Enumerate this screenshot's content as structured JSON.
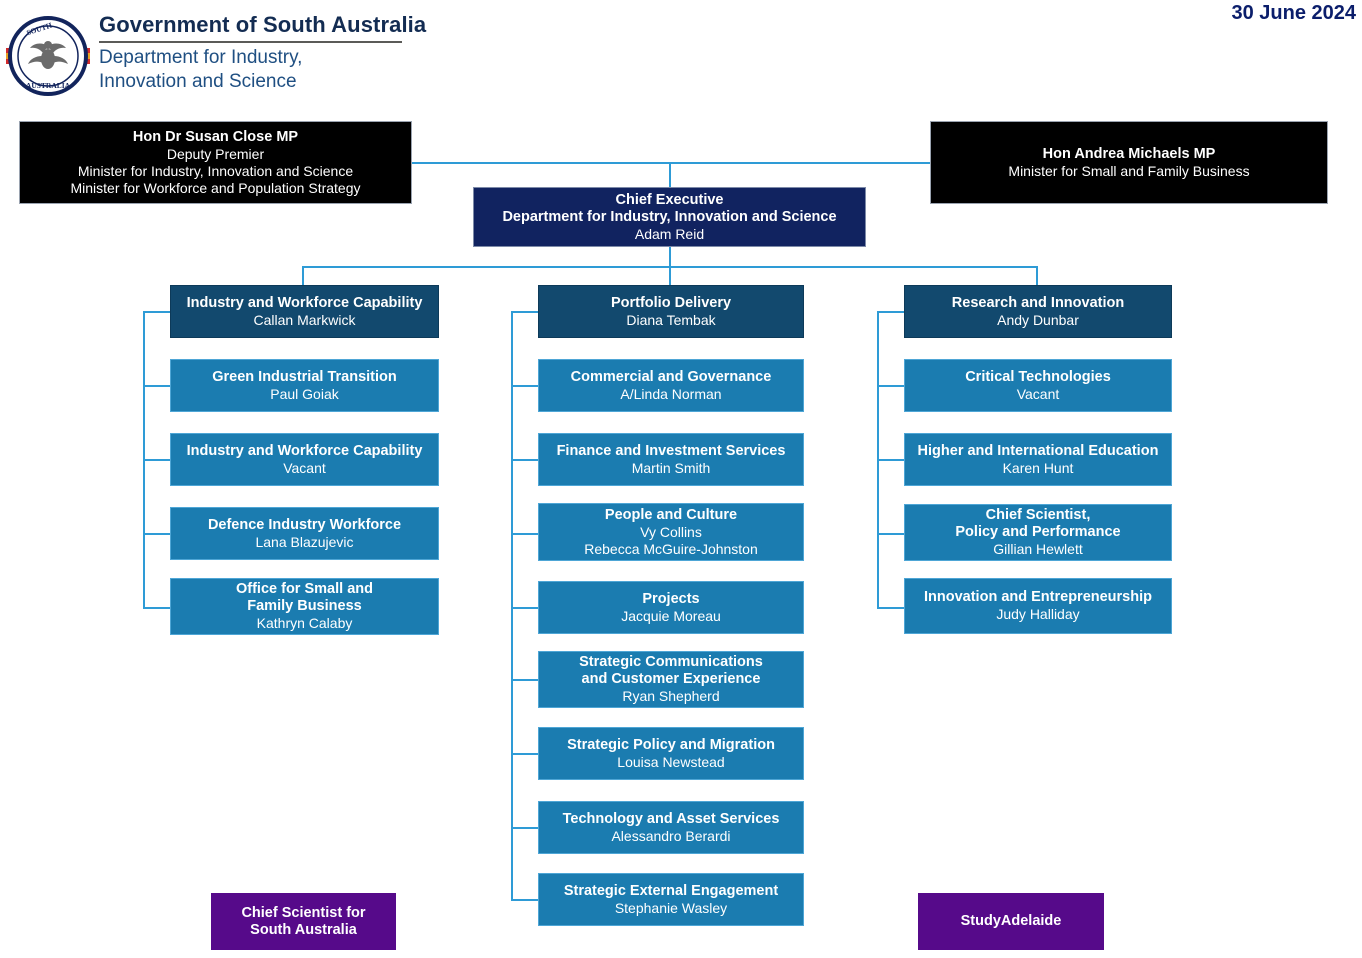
{
  "header": {
    "crest_alt": "south-australia-crest",
    "government_title": "Government of South Australia",
    "department": "Department for Industry,\nInnovation and Science",
    "date": "30 June 2024"
  },
  "colors": {
    "connector": "#2e9bd6",
    "minister_box": "#000000",
    "chief_executive_box": "#112360",
    "division_box": "#12496e",
    "branch_box": "#1b7cb0",
    "agency_box": "#560a8a",
    "title_text": "#132c52",
    "department_text": "#1f4f82",
    "date_text": "#0b1e6b"
  },
  "ministers": [
    {
      "title": "Hon Dr Susan Close MP",
      "lines": [
        "Deputy Premier",
        "Minister for Industry, Innovation and Science",
        "Minister for Workforce and Population Strategy"
      ]
    },
    {
      "title": "Hon Andrea Michaels MP",
      "lines": [
        "Minister for Small and Family Business"
      ]
    }
  ],
  "chief_executive": {
    "title_line_1": "Chief Executive",
    "title_line_2": "Department for Industry, Innovation and Science",
    "name": "Adam Reid"
  },
  "divisions": [
    {
      "head": {
        "title": "Industry and Workforce Capability",
        "name": "Callan Markwick"
      },
      "branches": [
        {
          "title": "Green Industrial Transition",
          "name": "Paul Goiak"
        },
        {
          "title": "Industry and Workforce Capability",
          "name": "Vacant"
        },
        {
          "title": "Defence Industry Workforce",
          "name": "Lana Blazujevic"
        },
        {
          "title": "Office for Small and\nFamily Business",
          "name": "Kathryn Calaby"
        }
      ]
    },
    {
      "head": {
        "title": "Portfolio Delivery",
        "name": "Diana Tembak"
      },
      "branches": [
        {
          "title": "Commercial and Governance",
          "name": "A/Linda Norman"
        },
        {
          "title": "Finance and Investment Services",
          "name": "Martin Smith"
        },
        {
          "title": "People and Culture",
          "name": "Vy Collins\nRebecca McGuire-Johnston"
        },
        {
          "title": "Projects",
          "name": "Jacquie Moreau"
        },
        {
          "title": "Strategic Communications\nand Customer Experience",
          "name": "Ryan Shepherd"
        },
        {
          "title": "Strategic Policy and Migration",
          "name": "Louisa Newstead"
        },
        {
          "title": "Technology and Asset Services",
          "name": "Alessandro Berardi"
        },
        {
          "title": "Strategic External Engagement",
          "name": "Stephanie Wasley"
        }
      ]
    },
    {
      "head": {
        "title": "Research and Innovation",
        "name": "Andy Dunbar"
      },
      "branches": [
        {
          "title": "Critical Technologies",
          "name": "Vacant"
        },
        {
          "title": "Higher and International Education",
          "name": "Karen Hunt"
        },
        {
          "title": "Chief Scientist,\nPolicy and Performance",
          "name": "Gillian Hewlett"
        },
        {
          "title": "Innovation and Entrepreneurship",
          "name": "Judy Halliday"
        }
      ]
    }
  ],
  "agencies": [
    {
      "title": "Chief Scientist for\nSouth Australia"
    },
    {
      "title": "StudyAdelaide"
    }
  ]
}
